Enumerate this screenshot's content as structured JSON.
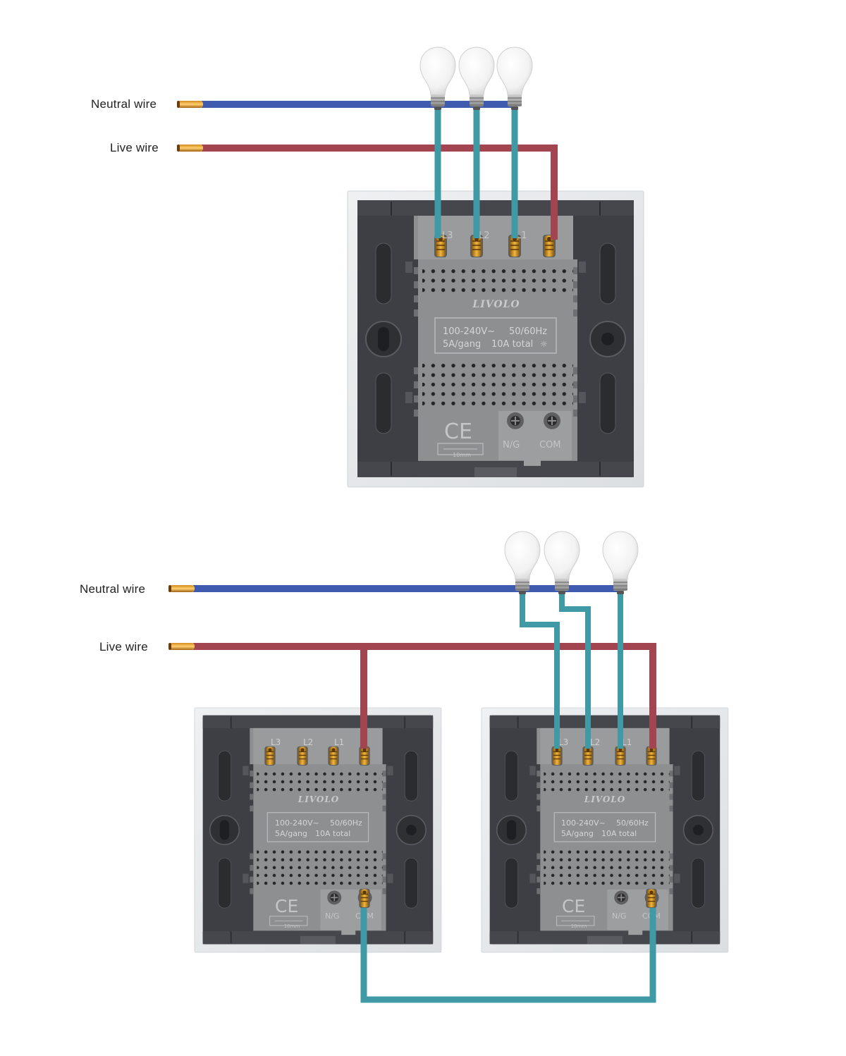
{
  "labels": {
    "top_neutral": "Neutral wire",
    "top_live": "Live wire",
    "bottom_neutral": "Neutral wire",
    "bottom_live": "Live wire"
  },
  "module": {
    "brand": "LIVOLO",
    "terminal_l3": "L3",
    "terminal_l2": "L2",
    "terminal_l1": "L1",
    "rating_voltage": "100-240V~",
    "rating_freq": "50/60Hz",
    "rating_current": "5A/gang",
    "rating_total": "10A total",
    "ce_mark": "CE",
    "strip_length": "10mm",
    "terminal_ng": "N/G",
    "terminal_com": "COM"
  },
  "colors": {
    "neutral": "#3f5bb0",
    "live": "#a24550",
    "load": "#3f9aa6",
    "panel_frame": "#e4e6e8",
    "backplate": "#3e3f44",
    "module": "#8e8f91"
  },
  "icons": [
    "bulb-icon",
    "wire-tip-icon",
    "terminal-screw-icon",
    "sun-icon"
  ]
}
